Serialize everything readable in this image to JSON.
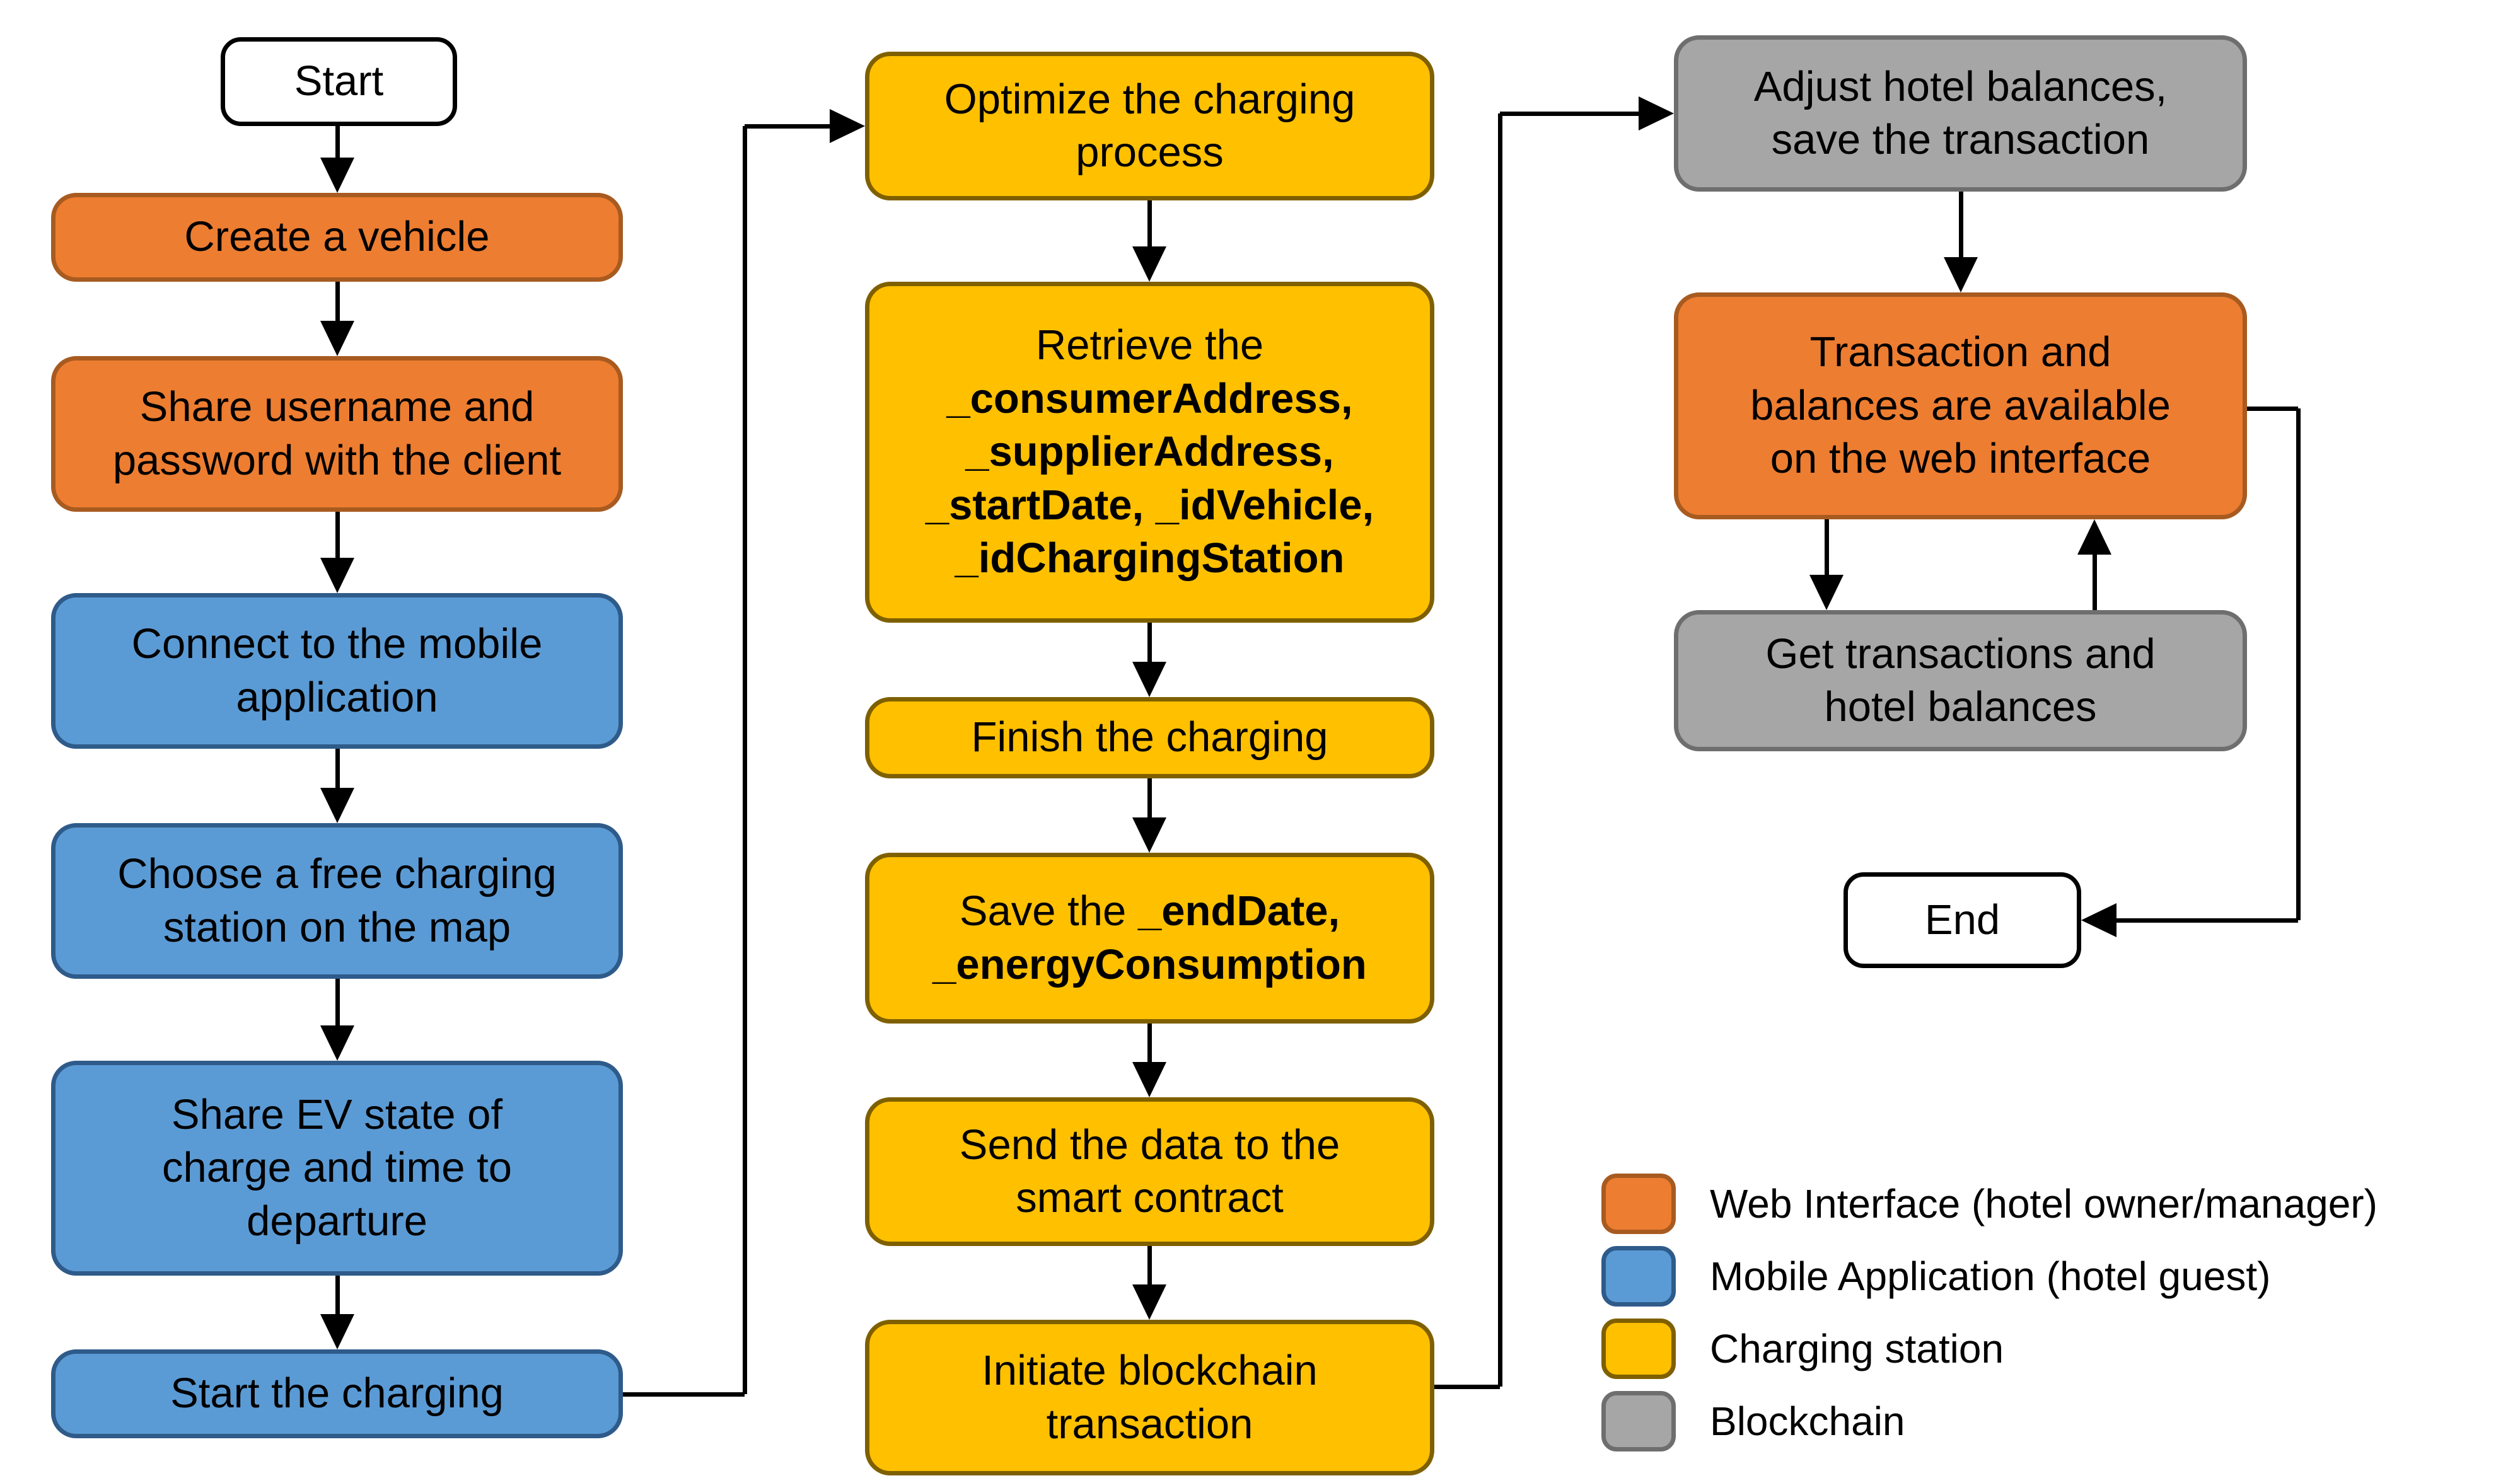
{
  "diagram": {
    "type": "flowchart",
    "description_terms": [
      "Start",
      "End"
    ]
  },
  "palette": {
    "orange": {
      "fill": "#ED7D31",
      "border": "#A85B20"
    },
    "blue": {
      "fill": "#5B9BD5",
      "border": "#2E5B8A"
    },
    "yellow": {
      "fill": "#FFC000",
      "border": "#7F6000"
    },
    "gray": {
      "fill": "#A6A6A6",
      "border": "#6E6E6E"
    },
    "terminal": {
      "fill": "#FFFFFF",
      "border": "#000000"
    }
  },
  "nodes": [
    {
      "id": "start",
      "color": "terminal",
      "label": "Start",
      "lines": [
        [
          {
            "t": "Start"
          }
        ]
      ]
    },
    {
      "id": "create-vehicle",
      "color": "orange",
      "label": "Create a vehicle",
      "lines": [
        [
          {
            "t": "Create a vehicle"
          }
        ]
      ]
    },
    {
      "id": "share-credentials",
      "color": "orange",
      "label": "Share username and password with the client",
      "lines": [
        [
          {
            "t": "Share username and"
          }
        ],
        [
          {
            "t": "password with the client"
          }
        ]
      ]
    },
    {
      "id": "connect-mobile",
      "color": "blue",
      "label": "Connect to the mobile application",
      "lines": [
        [
          {
            "t": "Connect to the mobile"
          }
        ],
        [
          {
            "t": "application"
          }
        ]
      ]
    },
    {
      "id": "choose-station",
      "color": "blue",
      "label": "Choose a free charging station on the map",
      "lines": [
        [
          {
            "t": "Choose a free charging"
          }
        ],
        [
          {
            "t": "station on the map"
          }
        ]
      ]
    },
    {
      "id": "share-ev-state",
      "color": "blue",
      "label": "Share EV state of charge and time to departure",
      "lines": [
        [
          {
            "t": "Share EV state of"
          }
        ],
        [
          {
            "t": "charge and time to"
          }
        ],
        [
          {
            "t": "departure"
          }
        ]
      ]
    },
    {
      "id": "start-charging",
      "color": "blue",
      "label": "Start the charging",
      "lines": [
        [
          {
            "t": "Start the charging"
          }
        ]
      ]
    },
    {
      "id": "optimize",
      "color": "yellow",
      "label": "Optimize the charging process",
      "lines": [
        [
          {
            "t": "Optimize the charging"
          }
        ],
        [
          {
            "t": "process"
          }
        ]
      ]
    },
    {
      "id": "retrieve",
      "color": "yellow",
      "label": "Retrieve the _consumerAddress, _supplierAddress, _startDate, _idVehicle, _idChargingStation",
      "lines": [
        [
          {
            "t": "Retrieve the"
          }
        ],
        [
          {
            "t": "_consumerAddress,",
            "b": true
          }
        ],
        [
          {
            "t": "_supplierAddress,",
            "b": true
          }
        ],
        [
          {
            "t": "_startDate, _idVehicle,",
            "b": true
          }
        ],
        [
          {
            "t": "_idChargingStation",
            "b": true
          }
        ]
      ]
    },
    {
      "id": "finish",
      "color": "yellow",
      "label": "Finish the charging",
      "lines": [
        [
          {
            "t": "Finish the charging"
          }
        ]
      ]
    },
    {
      "id": "save-end-date",
      "color": "yellow",
      "label": "Save the _endDate, _energyConsumption",
      "lines": [
        [
          {
            "t": "Save the "
          },
          {
            "t": "_endDate,",
            "b": true
          }
        ],
        [
          {
            "t": "_energyConsumption",
            "b": true
          }
        ]
      ]
    },
    {
      "id": "send-data",
      "color": "yellow",
      "label": "Send the data to the smart contract",
      "lines": [
        [
          {
            "t": "Send the data to the"
          }
        ],
        [
          {
            "t": "smart contract"
          }
        ]
      ]
    },
    {
      "id": "initiate",
      "color": "yellow",
      "label": "Initiate blockchain transaction",
      "lines": [
        [
          {
            "t": "Initiate blockchain"
          }
        ],
        [
          {
            "t": "transaction"
          }
        ]
      ]
    },
    {
      "id": "adjust",
      "color": "gray",
      "label": "Adjust hotel balances, save the transaction",
      "lines": [
        [
          {
            "t": "Adjust hotel balances,"
          }
        ],
        [
          {
            "t": "save the transaction"
          }
        ]
      ]
    },
    {
      "id": "transaction-available",
      "color": "orange",
      "label": "Transaction and balances are available on the web interface",
      "lines": [
        [
          {
            "t": "Transaction and"
          }
        ],
        [
          {
            "t": "balances are available"
          }
        ],
        [
          {
            "t": "on the web interface"
          }
        ]
      ]
    },
    {
      "id": "get-transactions",
      "color": "gray",
      "label": "Get transactions and hotel balances",
      "lines": [
        [
          {
            "t": "Get transactions and"
          }
        ],
        [
          {
            "t": "hotel balances"
          }
        ]
      ]
    },
    {
      "id": "end",
      "color": "terminal",
      "label": "End",
      "lines": [
        [
          {
            "t": "End"
          }
        ]
      ]
    }
  ],
  "edges": [
    {
      "from": "start",
      "to": "create-vehicle"
    },
    {
      "from": "create-vehicle",
      "to": "share-credentials"
    },
    {
      "from": "share-credentials",
      "to": "connect-mobile"
    },
    {
      "from": "connect-mobile",
      "to": "choose-station"
    },
    {
      "from": "choose-station",
      "to": "share-ev-state"
    },
    {
      "from": "share-ev-state",
      "to": "start-charging"
    },
    {
      "from": "start-charging",
      "to": "optimize"
    },
    {
      "from": "optimize",
      "to": "retrieve"
    },
    {
      "from": "retrieve",
      "to": "finish"
    },
    {
      "from": "finish",
      "to": "save-end-date"
    },
    {
      "from": "save-end-date",
      "to": "send-data"
    },
    {
      "from": "send-data",
      "to": "initiate"
    },
    {
      "from": "initiate",
      "to": "adjust"
    },
    {
      "from": "adjust",
      "to": "transaction-available"
    },
    {
      "from": "transaction-available",
      "to": "get-transactions"
    },
    {
      "from": "get-transactions",
      "to": "transaction-available"
    },
    {
      "from": "transaction-available",
      "to": "end"
    }
  ],
  "legend": {
    "items": [
      {
        "color": "orange",
        "label": "Web Interface (hotel owner/manager)"
      },
      {
        "color": "blue",
        "label": "Mobile Application (hotel guest)"
      },
      {
        "color": "yellow",
        "label": "Charging station"
      },
      {
        "color": "gray",
        "label": "Blockchain"
      }
    ]
  }
}
